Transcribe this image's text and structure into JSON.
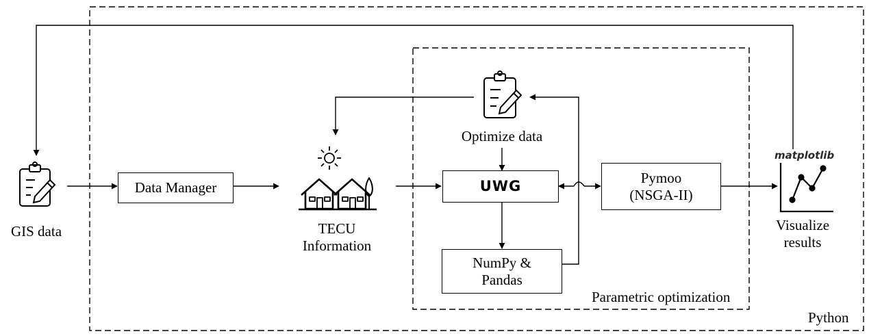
{
  "containers": {
    "python_label": "Python",
    "param_opt_label": "Parametric optimization"
  },
  "nodes": {
    "gis": "GIS data",
    "data_manager": "Data Manager",
    "tecu_line1": "TECU",
    "tecu_line2": "Information",
    "optimize_data": "Optimize data",
    "uwg_logo": "UWG",
    "numpy_line1": "NumPy &",
    "numpy_line2": "Pandas",
    "pymoo_line1": "Pymoo",
    "pymoo_line2": "(NSGA-II)",
    "matplotlib_logo": "matplotlib",
    "visualize_line1": "Visualize",
    "visualize_line2": "results"
  },
  "icons": [
    "clipboard-pencil-icon",
    "sun-icon",
    "houses-tree-icon",
    "line-chart-icon"
  ]
}
